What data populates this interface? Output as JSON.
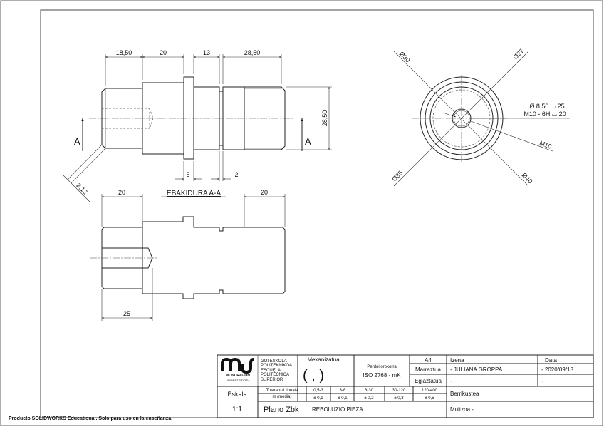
{
  "sheet": {
    "size": "A4",
    "watermark": "Producto SOLIDWORKS Educational. Solo para uso en la enseñanza."
  },
  "front_view": {
    "dims_top": [
      "18,50",
      "20",
      "13",
      "28,50"
    ],
    "dim_height": "28,50",
    "dims_bottom": [
      "5",
      "2"
    ],
    "chamfer": "2,12",
    "section_marker": "A"
  },
  "section_view": {
    "title": "EBAKIDURA A-A",
    "dim_left": "20",
    "dim_right": "20",
    "dim_bottom": "25"
  },
  "side_view": {
    "diameters": [
      "Ø30",
      "Ø27",
      "Ø35",
      "Ø40"
    ],
    "hole_note_line1": "Ø 8,50 ⌴ 25",
    "hole_note_line2": "M10 - 6H ⌴ 20",
    "thread_label": "M10"
  },
  "title_block": {
    "logo_name": "MONDRAGON",
    "logo_sub": "UNIBERTSITATEA",
    "school_lines": [
      "GOI ESKOLA",
      "POLITEKNIKOA",
      "ESCUELA",
      "POLITÉCNICA",
      "SUPERIOR"
    ],
    "mekanizatua_label": "Mekanizatua",
    "mekanizatua_symbol": "( , )",
    "general_tol_label": "Perdoi orokorra",
    "general_tol_value": "ISO 2768 - mK",
    "paper_size": "A4",
    "drawn_label": "Marraztua",
    "checked_label": "Egiaztatua",
    "name_header": "Izena",
    "date_header": "Data",
    "drawn_name": "-   JULIANA GROPPA",
    "drawn_date": "-   2020/09/18",
    "checked_name": "-",
    "checked_date": "-",
    "scale_label": "Eskala",
    "scale_value": "1:1",
    "linear_tol_label_1": "Tolerantzi lineala",
    "linear_tol_label_2": "m (media)",
    "tol_ranges": [
      "0,5-3",
      "3-6",
      "6-30",
      "30-120",
      "120-400"
    ],
    "tol_values": [
      "± 0,1",
      "± 0,1",
      "± 0,2",
      "± 0,3",
      "± 0,5"
    ],
    "revision_label": "Berrikustea",
    "drawing_no_label": "Plano Zbk",
    "drawing_title": "REBOLUZIO PIEZA",
    "assembly_label": "Multzoa  -"
  }
}
